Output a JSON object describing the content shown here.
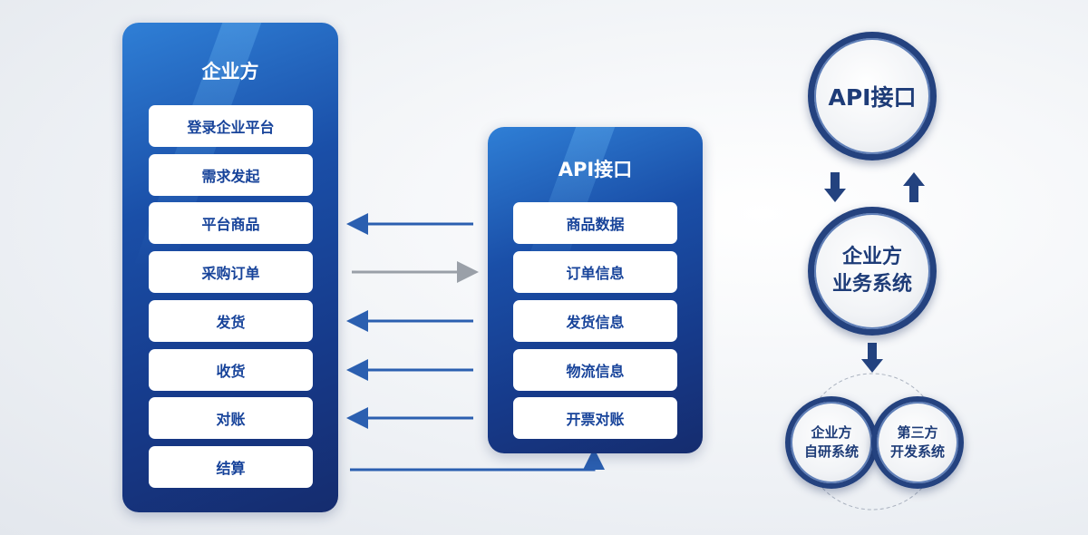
{
  "enterprise": {
    "title": "企业方",
    "items": [
      "登录企业平台",
      "需求发起",
      "平台商品",
      "采购订单",
      "发货",
      "收货",
      "对账",
      "结算"
    ]
  },
  "api": {
    "title": "API接口",
    "items": [
      "商品数据",
      "订单信息",
      "发货信息",
      "物流信息",
      "开票对账"
    ]
  },
  "flow": {
    "api_circle": "API接口",
    "business_line1": "企业方",
    "business_line2": "业务系统",
    "self_line1": "企业方",
    "self_line2": "自研系统",
    "third_line1": "第三方",
    "third_line2": "开发系统"
  },
  "colors": {
    "primary": "#17439a",
    "arrow_blue": "#2b5fb0",
    "arrow_gray": "#9aa0a8"
  }
}
